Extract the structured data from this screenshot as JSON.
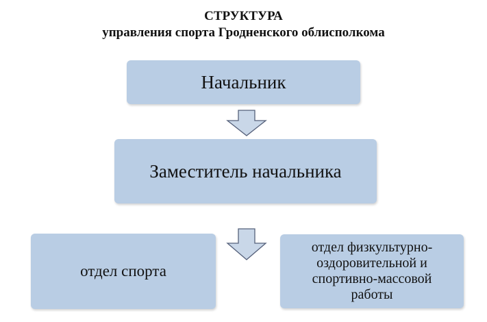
{
  "title": {
    "line1": "СТРУКТУРА",
    "line2": "управления спорта Гродненского облисполкома"
  },
  "boxes": {
    "head": "Начальник",
    "deputy": "Заместитель начальника",
    "sport_department": "отдел спорта",
    "mass_department_lines": [
      "отдел физкультурно-",
      "оздоровительной и",
      "спортивно-массовой",
      "работы"
    ]
  },
  "colors": {
    "box_fill": "#b9cde4",
    "arrow_fill": "#c9d7e8",
    "arrow_stroke": "#55607a"
  },
  "icons": {
    "arrow": "down-arrow-icon"
  }
}
